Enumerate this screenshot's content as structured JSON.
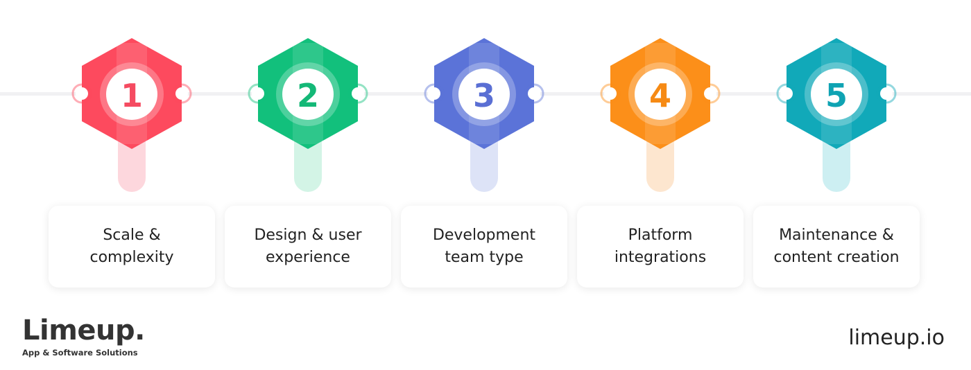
{
  "steps": [
    {
      "number": "1",
      "label_line1": "Scale &",
      "label_line2": "complexity",
      "color": "#fd4a5e",
      "light": "#fdd7dd",
      "num_color": "#f54b61"
    },
    {
      "number": "2",
      "label_line1": "Design & user",
      "label_line2": "experience",
      "color": "#12c07c",
      "light": "#d3f4e6",
      "num_color": "#14b877"
    },
    {
      "number": "3",
      "label_line1": "Development",
      "label_line2": "team type",
      "color": "#5b73d8",
      "light": "#dde3f7",
      "num_color": "#5a6fd4"
    },
    {
      "number": "4",
      "label_line1": "Platform",
      "label_line2": "integrations",
      "color": "#fc8f19",
      "light": "#fde6cf",
      "num_color": "#f68a14"
    },
    {
      "number": "5",
      "label_line1": "Maintenance &",
      "label_line2": "content creation",
      "color": "#11a9b9",
      "light": "#cdeff2",
      "num_color": "#0fa3b3"
    }
  ],
  "logo": {
    "name": "Limeup.",
    "tagline": "App & Software Solutions"
  },
  "site": "limeup.io"
}
